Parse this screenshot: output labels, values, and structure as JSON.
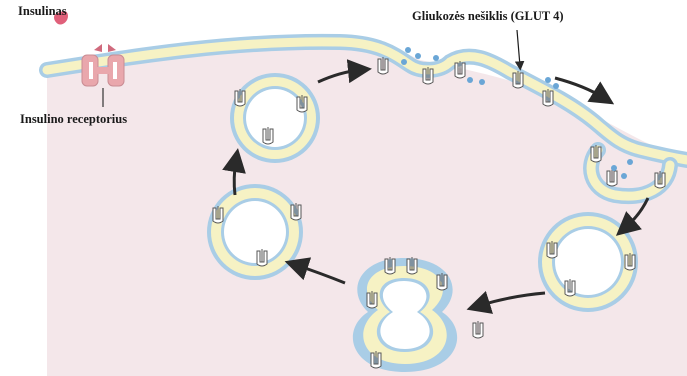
{
  "labels": {
    "insulin": "Insulinas",
    "receptor": "Insulino receptorius",
    "glut4": "Gliukozės nešiklis (GLUT 4)"
  },
  "colors": {
    "cytoplasm": "#f4e7ea",
    "membrane_outer": "#a9cde6",
    "membrane_core": "#f6f2c4",
    "receptor": "#e9a7ac",
    "insulin": "#e0607a",
    "glucose": "#6aa6d6",
    "arrow": "#2a2a2a"
  },
  "icons": [
    "insulin-molecule-icon",
    "insulin-receptor-icon",
    "glut4-transporter-icon",
    "glucose-molecule-icon",
    "cycle-arrow-icon"
  ]
}
